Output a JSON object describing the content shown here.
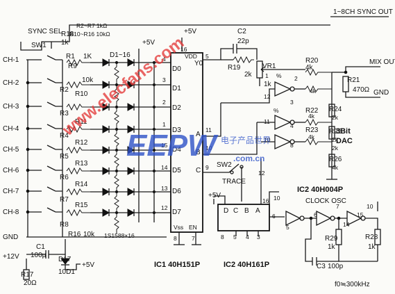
{
  "header": {
    "sync_out": "1~8CH SYNC OUT",
    "sync_sel": "SYNC SEL",
    "sw1": "SW1",
    "resistor_note_1": "R2~R7 1kΩ",
    "resistor_note_2": "R10~R16 10kΩ",
    "r18": "R18",
    "r18_value": "1k",
    "plus5v_a": "+5V",
    "plus5v_b": "+5V",
    "r1": "R1",
    "r1_value": "1K",
    "d1": "D1~16",
    "r9": "R9",
    "r9_value": "10k"
  },
  "inputs": {
    "channels": [
      "CH-1",
      "CH-2",
      "CH-3",
      "CH-4",
      "CH-5",
      "CH-6",
      "CH-7",
      "CH-8"
    ],
    "gnd": "GND",
    "plus12v": "+12V"
  },
  "resistors_left": [
    "R2",
    "R3",
    "R4",
    "R5",
    "R6",
    "R7",
    "R8"
  ],
  "resistors_right": [
    "R10",
    "R11",
    "R12",
    "R13",
    "R14",
    "R15",
    "R16"
  ],
  "r16_value": "10k",
  "diode_note": "1S1588×16",
  "ic1": {
    "vdd": "VDD",
    "inputs": [
      "D0",
      "D1",
      "D2",
      "D3",
      "D4",
      "D5",
      "D6",
      "D7"
    ],
    "pins_left": [
      "4",
      "3",
      "2",
      "1",
      "15",
      "14",
      "13",
      "12"
    ],
    "out_pin": "5",
    "out_y": "Y0",
    "a": "A",
    "b": "B",
    "c": "C",
    "pin_a": "11",
    "pin_b": "10",
    "pin_c": "9",
    "vss": "Vss",
    "en": "EN",
    "pin_vss": "8",
    "pin_en": "7",
    "pin_vdd": "16"
  },
  "output": {
    "c2": "C2",
    "c2_value": "22p",
    "r19": "R19",
    "r19_value": "2k",
    "vr1": "VR1",
    "vr1_value": "1k",
    "r20": "R20",
    "r20_value": "4k",
    "mix_out": "MIX OUT",
    "r21": "R21",
    "r21_value": "470Ω",
    "gnd": "GND"
  },
  "dac": {
    "pins": [
      "1",
      "2",
      "12",
      "3",
      "11",
      "4",
      "10",
      "8"
    ],
    "labels_4k": [
      "4k",
      "4k",
      "4k"
    ],
    "r22": "R22",
    "r23": "R23",
    "r24": "R24",
    "r25": "R25",
    "r26": "R26",
    "r2k": [
      "2k",
      "2k",
      "2k"
    ],
    "r26_value": "4k",
    "label_1": "3Bit",
    "label_2": "DAC",
    "gate_tag": "%"
  },
  "counter": {
    "plus5v": "+5V",
    "sw2": "SW2",
    "trace": "TRACE",
    "pins_top": [
      "D",
      "C",
      "B",
      "A"
    ],
    "pin_top_a": "16",
    "pins_bottom": [
      "8",
      "5",
      "4",
      "3"
    ],
    "pin_clk": "6",
    "pin_12": "12",
    "pin_10": "10"
  },
  "osc": {
    "ic2": "IC2 40H004P",
    "label": "CLOCK OSC",
    "pins": [
      "5",
      "6",
      "7",
      "14",
      "15",
      "10"
    ],
    "r29": "R29",
    "r29_value": "1k",
    "r28": "R28",
    "r28_value": "1k",
    "c3": "C3",
    "c3_value": "100p",
    "freq": "f0≒300kHz"
  },
  "supply": {
    "c1": "C1",
    "c1_value": "100μ",
    "r17": "R17",
    "r17_value": "20Ω",
    "d17": "D17",
    "d17_value": "10D1",
    "plus5v": "+5V"
  },
  "footer": {
    "ic1": "IC1 40H151P",
    "ic2": "IC2 40H161P"
  },
  "watermark": {
    "eepw": "EEPW",
    "electrans": "www.elecfans.com",
    "chinese": "电子产品世界",
    "eepw_url": ".com.cn"
  }
}
